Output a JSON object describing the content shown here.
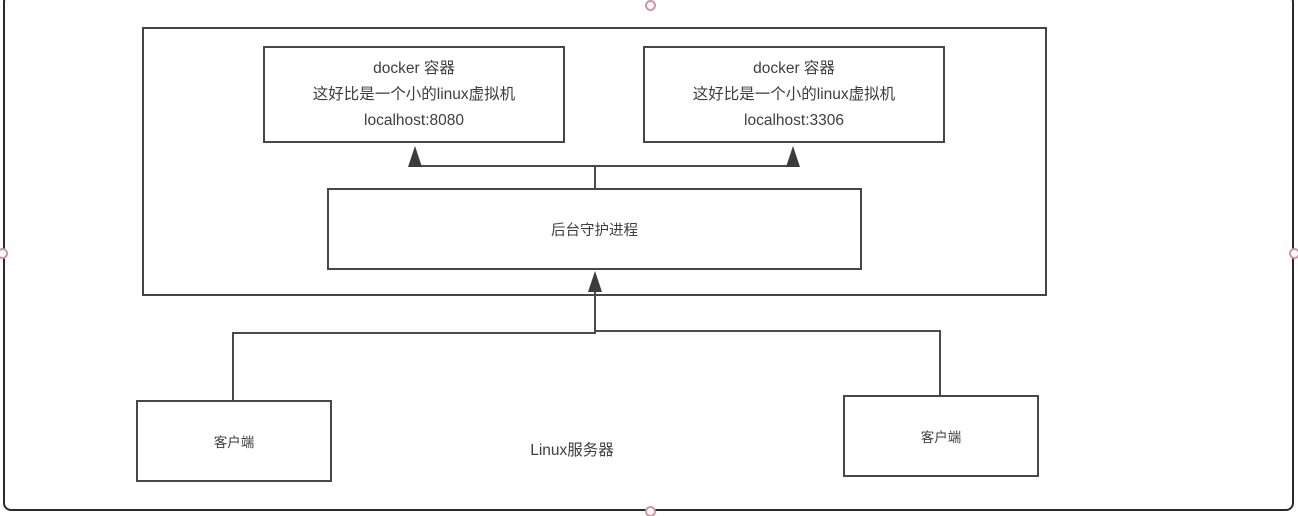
{
  "diagram": {
    "nodes": {
      "docker_left": {
        "lines": [
          "docker 容器",
          "这好比是一个小的linux虚拟机",
          "localhost:8080"
        ]
      },
      "docker_right": {
        "lines": [
          "docker 容器",
          "这好比是一个小的linux虚拟机",
          "localhost:3306"
        ]
      },
      "daemon": {
        "label": "后台守护进程"
      },
      "client_left": {
        "label": "客户端"
      },
      "client_right": {
        "label": "客户端"
      }
    },
    "labels": {
      "server": "Linux服务器"
    },
    "colors": {
      "node_border": "#474747",
      "outer_frame": "#2a2a2a",
      "text": "#3e3e3e",
      "connector": "#4a4a4a",
      "selection_handle": "#d295a3",
      "background": "#ffffff"
    }
  }
}
